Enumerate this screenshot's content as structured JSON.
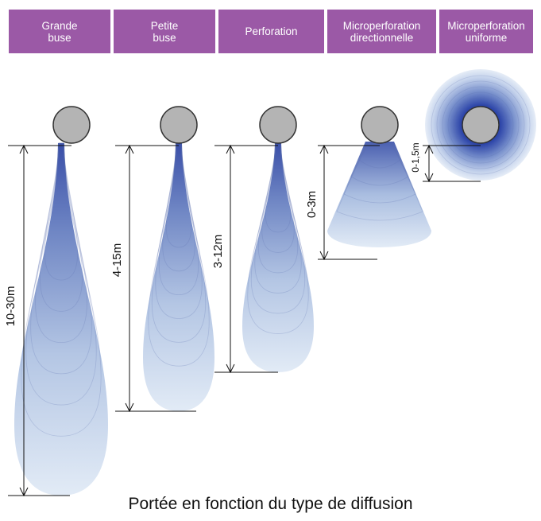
{
  "headers": [
    {
      "label": "Grande\nbuse"
    },
    {
      "label": "Petite\nbuse"
    },
    {
      "label": "Perforation"
    },
    {
      "label": "Microperforation\ndirectionnelle"
    },
    {
      "label": "Microperforation\nuniforme"
    }
  ],
  "ranges": [
    {
      "label": "10-30m"
    },
    {
      "label": "4-15m"
    },
    {
      "label": "3-12m"
    },
    {
      "label": "0-3m"
    },
    {
      "label": "0-1,5m"
    }
  ],
  "caption": "Portée en fonction du type de diffusion",
  "colors": {
    "header_bg": "#9b59a6",
    "header_text": "#ffffff",
    "plume_core": "#3a4fa8",
    "plume_edge": "#dde8f4",
    "nozzle_fill": "#b4b4b4",
    "nozzle_stroke": "#333333"
  }
}
